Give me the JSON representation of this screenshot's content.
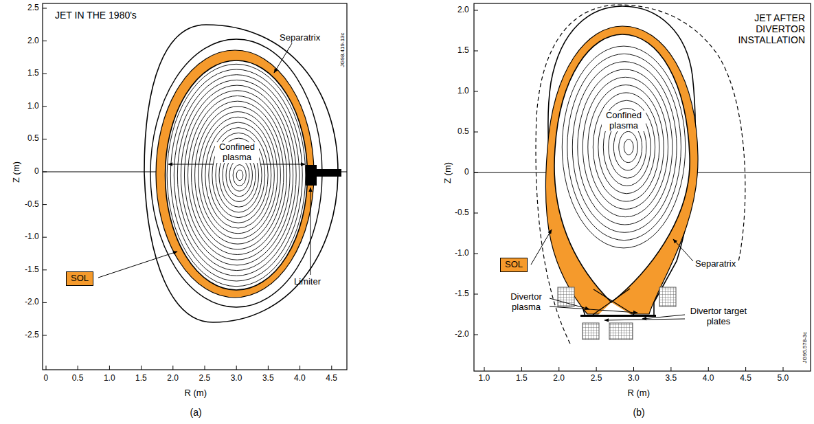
{
  "diagram": {
    "nodes": [
      {
        "text": [
          "SOL"
        ]
      },
      {
        "text": [
          "SOL"
        ]
      }
    ],
    "labels": [
      "JET IN THE 1980's",
      "Separatrix",
      "Confined plasma",
      "Limiter",
      "Z (m)",
      "R (m)",
      "2.5",
      "2.0",
      "1.5",
      "1.0",
      "0.5",
      "0",
      "-0.5",
      "-1.0",
      "-1.5",
      "-2.0",
      "-2.5",
      "0",
      "0.5",
      "1.0",
      "1.5",
      "2.0",
      "2.5",
      "3.0",
      "3.5",
      "4.0",
      "4.5",
      "JG98.419-13c",
      "(a)",
      "JET AFTER DIVERTOR INSTALLATION",
      "Confined plasma",
      "Separatrix",
      "Divertor plasma",
      "Divertor target plates",
      "Z (m)",
      "R (m)",
      "2.0",
      "1.5",
      "1.0",
      "0.5",
      "0",
      "-0.5",
      "-1.0",
      "-1.5",
      "-2.0",
      "1.0",
      "1.5",
      "2.0",
      "2.5",
      "3.0",
      "3.5",
      "4.0",
      "4.5",
      "5.0",
      "JG95.578-3c",
      "(b)"
    ]
  }
}
